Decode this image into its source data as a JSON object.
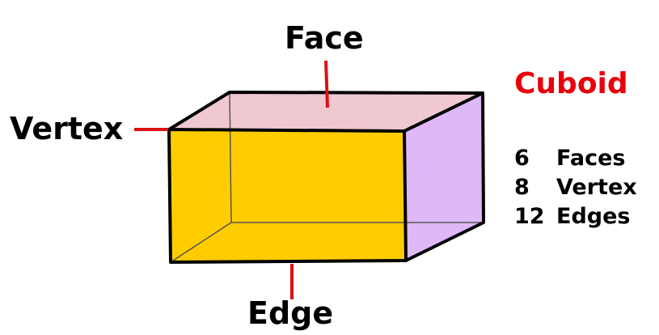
{
  "labels": {
    "face": "Face",
    "vertex": "Vertex",
    "edge": "Edge"
  },
  "shape": {
    "title": "Cuboid",
    "properties": [
      {
        "count": "6",
        "name": "Faces"
      },
      {
        "count": "8",
        "name": "Vertex"
      },
      {
        "count": "12",
        "name": "Edges"
      }
    ]
  },
  "colors": {
    "front_face": "#ffcc00",
    "top_face": "#f0c8d0",
    "side_face": "#dfb8f8",
    "outline": "#000000",
    "pointer": "#dd1111",
    "title": "#e8000b"
  }
}
